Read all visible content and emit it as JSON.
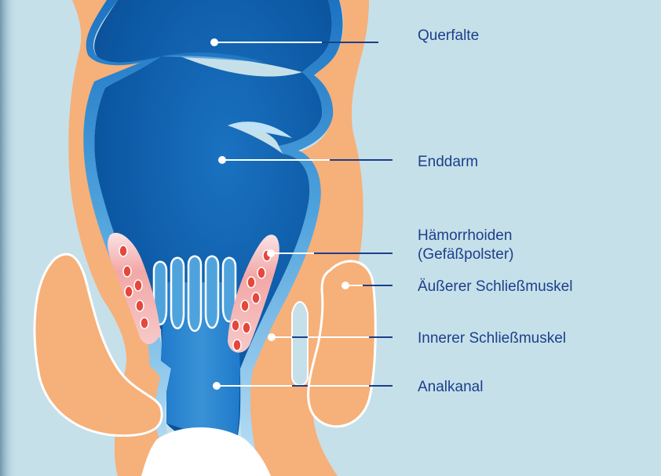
{
  "labels": {
    "querfalte": "Querfalte",
    "enddarm": "Enddarm",
    "haemorrhoiden_line1": "Hämorrhoiden",
    "haemorrhoiden_line2": "(Gefäßpolster)",
    "aeusserer": "Äußerer Schließmuskel",
    "innerer": "Innerer Schließmuskel",
    "analkanal": "Analkanal"
  },
  "colors": {
    "background": "#c6e0ea",
    "muscle": "#f6b079",
    "lumen_dark": "#0d5aa6",
    "lumen_light": "#4fa3dd",
    "wall_light": "#9fd2ef",
    "vessel_pink": "#f2a7a6",
    "vessel_dot": "#e5473c",
    "leader_line": "#1c3f8a",
    "text": "#1c3f8a"
  }
}
